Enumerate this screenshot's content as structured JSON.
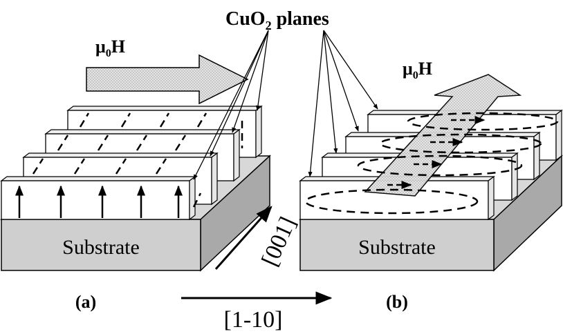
{
  "labels": {
    "planes_pre": "CuO",
    "planes_sub": "2",
    "planes_post": " planes",
    "field_a_pre": "μ",
    "field_a_sub": "0",
    "field_a_post": "H",
    "field_b_pre": "μ",
    "field_b_sub": "0",
    "field_b_post": "H",
    "substrate_a": "Substrate",
    "substrate_b": "Substrate",
    "panel_a": "(a)",
    "panel_b": "(b)",
    "dir_001": "[001]",
    "dir_1m10": "[1-10]"
  },
  "colors": {
    "substrate_face": "#cfcfcf",
    "substrate_side": "#b8b8b8",
    "plane_face": "#ffffff",
    "plane_edge": "#e6e6e6",
    "field_arrow": "#dcdcdc",
    "ink": "#000000"
  }
}
